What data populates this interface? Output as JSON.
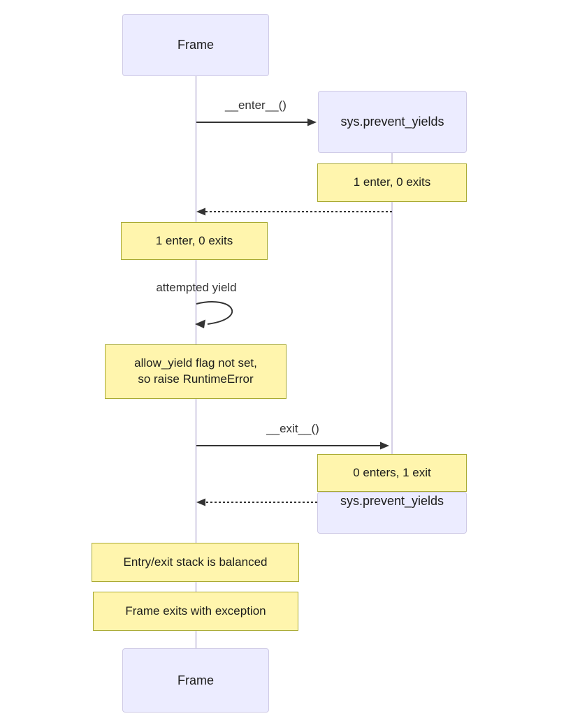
{
  "diagram": {
    "kind": "sequence-diagram",
    "actors": {
      "frame_top": "Frame",
      "frame_bottom": "Frame",
      "sys_top": "sys.prevent_yields",
      "sys_bottom": "sys.prevent_yields"
    },
    "messages": {
      "enter": "__enter__()",
      "attempted_yield": "attempted yield",
      "exit": "__exit__()"
    },
    "notes": {
      "right_after_enter": "1 enter, 0 exits",
      "left_after_enter": "1 enter, 0 exits",
      "yield_line1": "allow_yield flag not set,",
      "yield_line2": "so raise RuntimeError",
      "right_after_exit": "0 enters, 1 exit",
      "balanced": "Entry/exit stack is balanced",
      "exception": "Frame exits with exception"
    },
    "colors": {
      "actor_fill": "#ECECFF",
      "actor_border": "#cfcae6",
      "note_fill": "#fff5ad",
      "note_border": "#aaaa33",
      "arrow": "#333333",
      "lifeline": "#d5d0e6",
      "background": "#ffffff"
    }
  }
}
